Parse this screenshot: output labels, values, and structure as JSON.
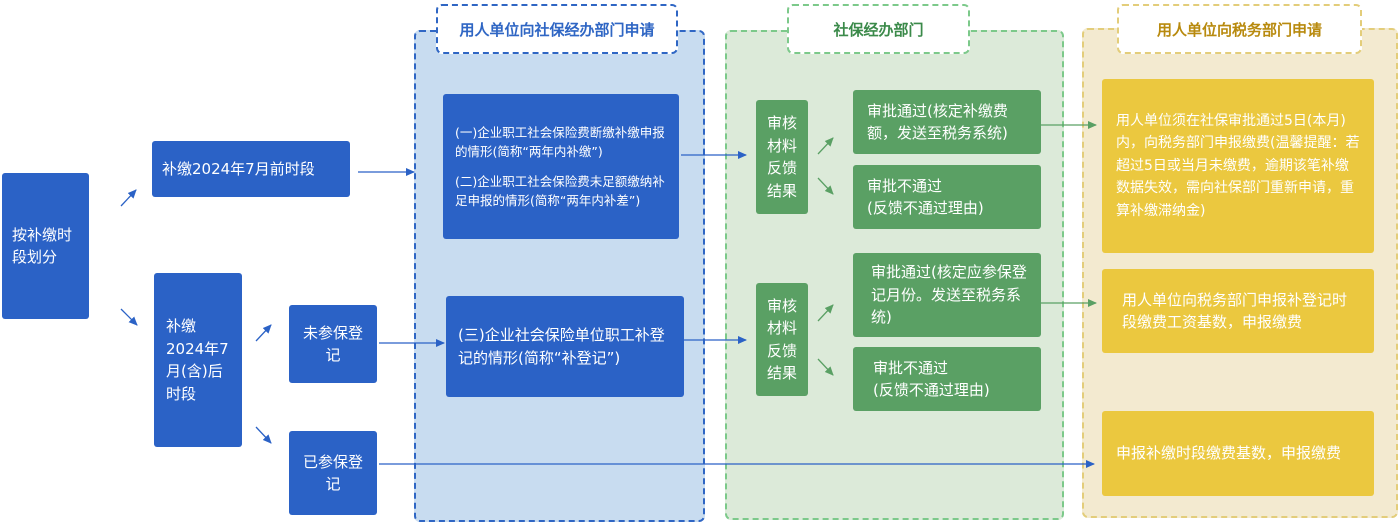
{
  "lanes": {
    "social_apply_title": "用人单位向社保经办部门申请",
    "social_dept_title": "社保经办部门",
    "tax_apply_title": "用人单位向税务部门申请"
  },
  "left": {
    "root": "按补缴时段划分",
    "before": "补缴2024年7月前时段",
    "after": "补缴2024年7月(含)后时段",
    "not_registered": "未参保登记",
    "registered": "已参保登记"
  },
  "cases": {
    "case1": "(一)企业职工社会保险费断缴补缴申报的情形(简称“两年内补缴”)",
    "case2": "(二)企业职工社会保险费未足额缴纳补足申报的情形(简称“两年内补差”)",
    "case3": "(三)企业社会保险单位职工补登记的情形(简称“补登记”)"
  },
  "review": {
    "feedback1": "审核材料反馈结果",
    "feedback2": "审核材料反馈结果",
    "pass1": "审批通过(核定补缴费额，发送至税务系统)",
    "fail1_line1": "审批不通过",
    "fail1_line2": "(反馈不通过理由)",
    "pass2": "审批通过(核定应参保登记月份。发送至税务系统)",
    "fail2_line1": "审批不通过",
    "fail2_line2": "(反馈不通过理由)"
  },
  "tax": {
    "box1": "用人单位须在社保审批通过5日(本月)内，向税务部门申报缴费(温馨提醒：若超过5日或当月未缴费，逾期该笔补缴数据失效，需向社保部门重新申请，重算补缴滞纳金)",
    "box2": "用人单位向税务部门申报补登记时段缴费工资基数，申报缴费",
    "box3": "申报补缴时段缴费基数，申报缴费"
  },
  "colors": {
    "blue": "#2b62c6",
    "green": "#5aa064",
    "yellow": "#ebc83f",
    "blue_lane": "#c8dcf0",
    "green_lane": "#dcead9",
    "yellow_lane": "#f3ead0"
  }
}
